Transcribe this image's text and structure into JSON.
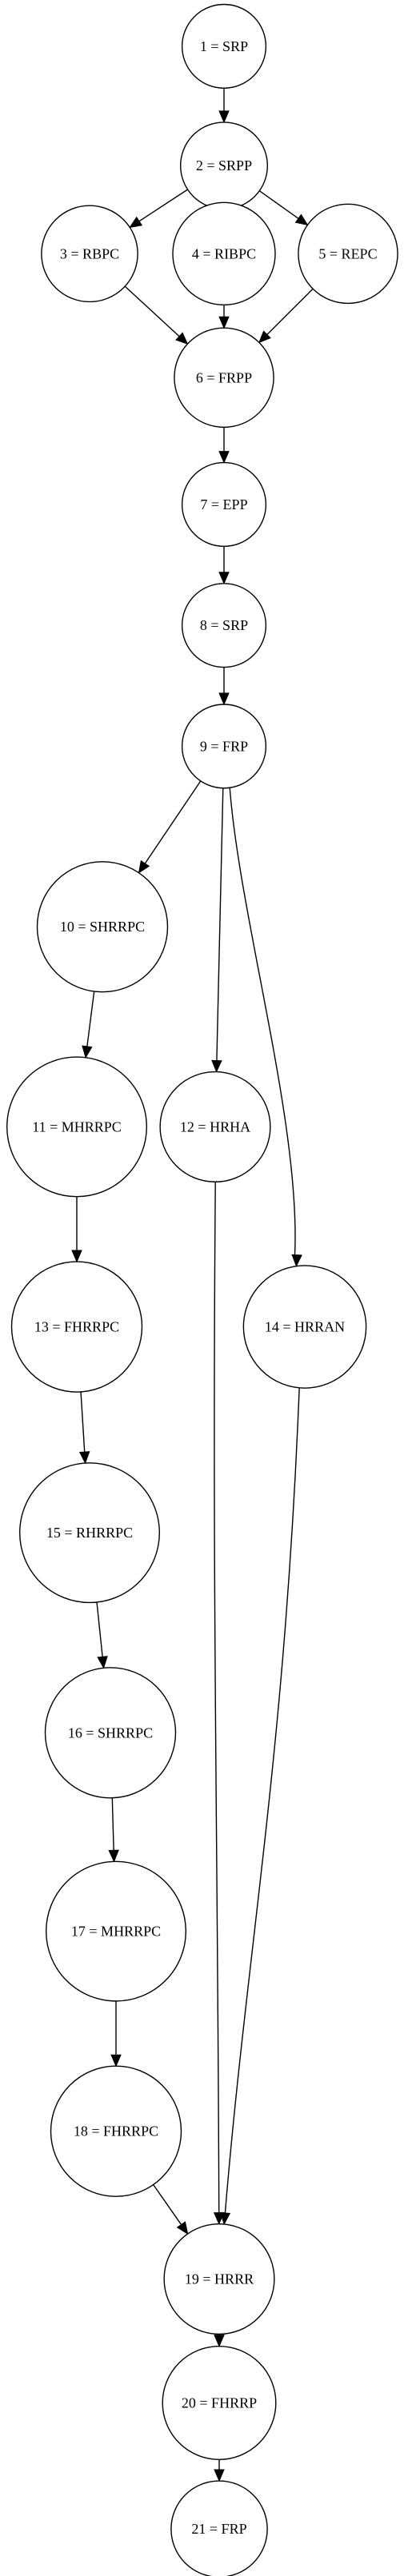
{
  "graph": {
    "nodes": [
      {
        "id": 1,
        "label": "1 = SRP"
      },
      {
        "id": 2,
        "label": "2 = SRPP"
      },
      {
        "id": 3,
        "label": "3 = RBPC"
      },
      {
        "id": 4,
        "label": "4 = RIBPC"
      },
      {
        "id": 5,
        "label": "5 = REPC"
      },
      {
        "id": 6,
        "label": "6 = FRPP"
      },
      {
        "id": 7,
        "label": "7 = EPP"
      },
      {
        "id": 8,
        "label": "8 = SRP"
      },
      {
        "id": 9,
        "label": "9 = FRP"
      },
      {
        "id": 10,
        "label": "10 = SHRRPC"
      },
      {
        "id": 11,
        "label": "11 = MHRRPC"
      },
      {
        "id": 12,
        "label": "12 = HRHA"
      },
      {
        "id": 13,
        "label": "13 = FHRRPC"
      },
      {
        "id": 14,
        "label": "14 = HRRAN"
      },
      {
        "id": 15,
        "label": "15 = RHRRPC"
      },
      {
        "id": 16,
        "label": "16 = SHRRPC"
      },
      {
        "id": 17,
        "label": "17 = MHRRPC"
      },
      {
        "id": 18,
        "label": "18 = FHRRPC"
      },
      {
        "id": 19,
        "label": "19 = HRRR"
      },
      {
        "id": 20,
        "label": "20 = FHRRP"
      },
      {
        "id": 21,
        "label": "21 = FRP"
      }
    ],
    "edges": [
      {
        "from": 1,
        "to": 2
      },
      {
        "from": 2,
        "to": 3
      },
      {
        "from": 2,
        "to": 4
      },
      {
        "from": 2,
        "to": 5
      },
      {
        "from": 3,
        "to": 6
      },
      {
        "from": 4,
        "to": 6
      },
      {
        "from": 5,
        "to": 6
      },
      {
        "from": 6,
        "to": 7
      },
      {
        "from": 7,
        "to": 8
      },
      {
        "from": 8,
        "to": 9
      },
      {
        "from": 9,
        "to": 10
      },
      {
        "from": 9,
        "to": 12
      },
      {
        "from": 9,
        "to": 14
      },
      {
        "from": 10,
        "to": 11
      },
      {
        "from": 11,
        "to": 13
      },
      {
        "from": 13,
        "to": 15
      },
      {
        "from": 15,
        "to": 16
      },
      {
        "from": 16,
        "to": 17
      },
      {
        "from": 17,
        "to": 18
      },
      {
        "from": 18,
        "to": 19
      },
      {
        "from": 12,
        "to": 19
      },
      {
        "from": 14,
        "to": 19
      },
      {
        "from": 19,
        "to": 20
      },
      {
        "from": 20,
        "to": 21
      }
    ]
  }
}
